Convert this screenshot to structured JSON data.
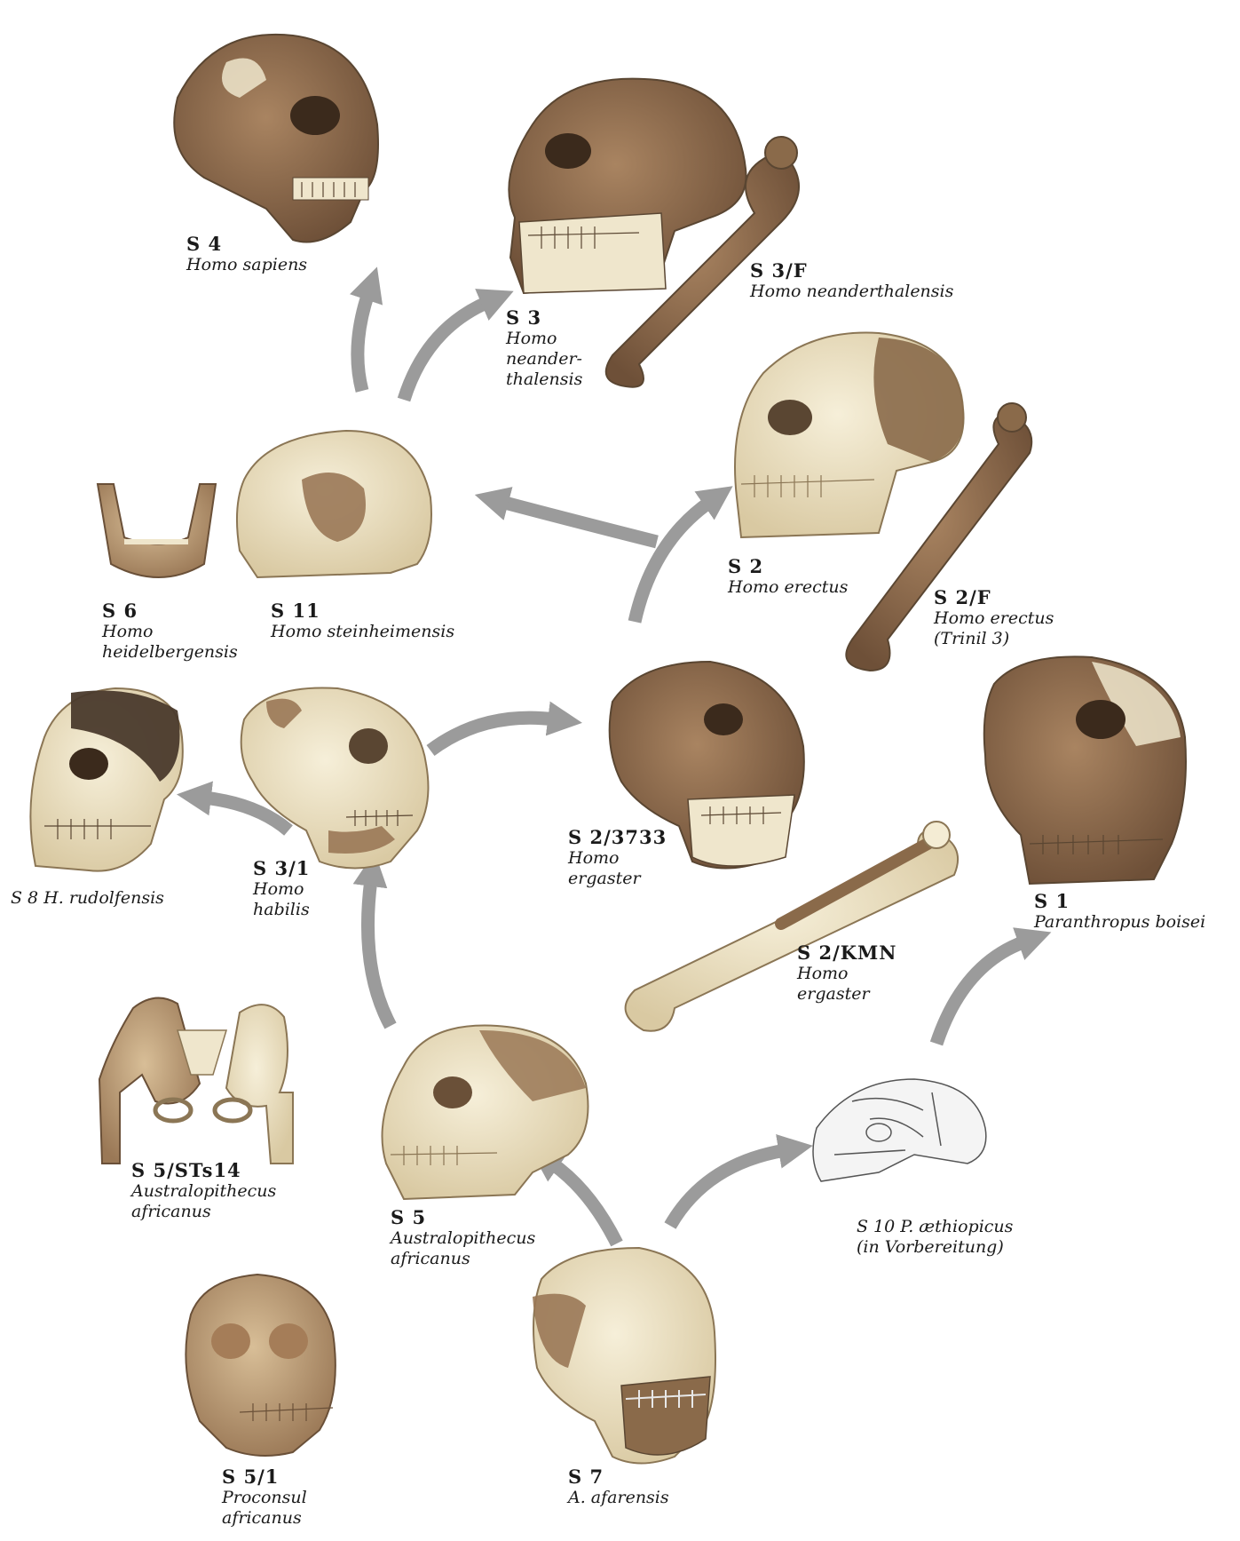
{
  "labels": {
    "s4": {
      "code": "S 4",
      "species": [
        "Homo sapiens"
      ]
    },
    "s3": {
      "code": "S 3",
      "species": [
        "Homo",
        "neander-",
        "thalensis"
      ]
    },
    "s3f": {
      "code": "S 3/F",
      "species": [
        "Homo neanderthalensis"
      ]
    },
    "s2": {
      "code": "S 2",
      "species": [
        "Homo erectus"
      ]
    },
    "s2f": {
      "code": "S 2/F",
      "species": [
        "Homo erectus",
        "(Trinil 3)"
      ]
    },
    "s6": {
      "code": "S 6",
      "species": [
        "Homo",
        "heidelbergensis"
      ]
    },
    "s11": {
      "code": "S 11",
      "species": [
        "Homo steinheimensis"
      ]
    },
    "s8": {
      "text": "S 8 H. rudolfensis"
    },
    "s31": {
      "code": "S 3/1",
      "species": [
        "Homo",
        "habilis"
      ]
    },
    "s23733": {
      "code": "S 2/3733",
      "species": [
        "Homo",
        "ergaster"
      ]
    },
    "s1": {
      "code": "S 1",
      "species": [
        "Paranthropus boisei"
      ]
    },
    "s2kmn": {
      "code": "S 2/KMN",
      "species": [
        "Homo",
        "ergaster"
      ]
    },
    "s5sts": {
      "code": "S 5/STs14",
      "species": [
        "Australopithecus",
        "africanus"
      ]
    },
    "s5": {
      "code": "S 5",
      "species": [
        "Australopithecus",
        "africanus"
      ]
    },
    "s10": {
      "lines": [
        "S 10 P. æthiopicus",
        "(in Vorbereitung)"
      ]
    },
    "s51": {
      "code": "S 5/1",
      "species": [
        "Proconsul",
        "africanus"
      ]
    },
    "s7": {
      "code": "S 7",
      "species": [
        "A. afarensis"
      ]
    }
  },
  "colors": {
    "arrow": "#9b9b9b",
    "bone_light": "#efe6cc",
    "bone_dark": "#8a6a4a",
    "bone_mid": "#b8936a",
    "outline": "#5a4632"
  },
  "specimens": [
    {
      "id": "skull-s4",
      "icon": "skull-icon",
      "tone": "dark"
    },
    {
      "id": "skull-s3",
      "icon": "skull-icon",
      "tone": "dark"
    },
    {
      "id": "femur-s3f",
      "icon": "femur-icon",
      "tone": "dark"
    },
    {
      "id": "skull-s2",
      "icon": "skull-icon",
      "tone": "light"
    },
    {
      "id": "femur-s2f",
      "icon": "femur-icon",
      "tone": "dark"
    },
    {
      "id": "mandible-s6",
      "icon": "mandible-icon",
      "tone": "mid"
    },
    {
      "id": "skull-s11",
      "icon": "skull-icon",
      "tone": "light"
    },
    {
      "id": "skull-s8",
      "icon": "skull-icon",
      "tone": "dark"
    },
    {
      "id": "skull-s31",
      "icon": "skull-icon",
      "tone": "light"
    },
    {
      "id": "skull-s23733",
      "icon": "skull-icon",
      "tone": "dark"
    },
    {
      "id": "skull-s1",
      "icon": "skull-icon",
      "tone": "dark"
    },
    {
      "id": "femur-s2kmn",
      "icon": "femur-icon",
      "tone": "light"
    },
    {
      "id": "pelvis-s5sts",
      "icon": "pelvis-icon",
      "tone": "light"
    },
    {
      "id": "skull-s5",
      "icon": "skull-icon",
      "tone": "light"
    },
    {
      "id": "sketch-s10",
      "icon": "skull-sketch-icon",
      "tone": "sketch"
    },
    {
      "id": "skull-s51",
      "icon": "skull-icon",
      "tone": "mid"
    },
    {
      "id": "skull-s7",
      "icon": "skull-icon",
      "tone": "light"
    }
  ]
}
